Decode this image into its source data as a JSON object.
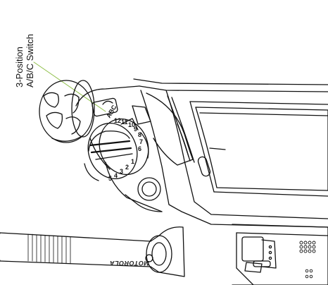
{
  "callout": {
    "line1": "3-Position",
    "line2": "A/B/C Switch"
  },
  "antenna": {
    "brand_text": "MOTOROLA"
  },
  "channel_knob": {
    "numbers": [
      "1",
      "2",
      "3",
      "4",
      "5",
      "6",
      "7",
      "8",
      "9",
      "10",
      "11",
      "12"
    ]
  },
  "abc_switch": {
    "letters": "ABC"
  },
  "colors": {
    "line": "#111111",
    "leader": "#8fbf4a",
    "background": "#ffffff"
  }
}
